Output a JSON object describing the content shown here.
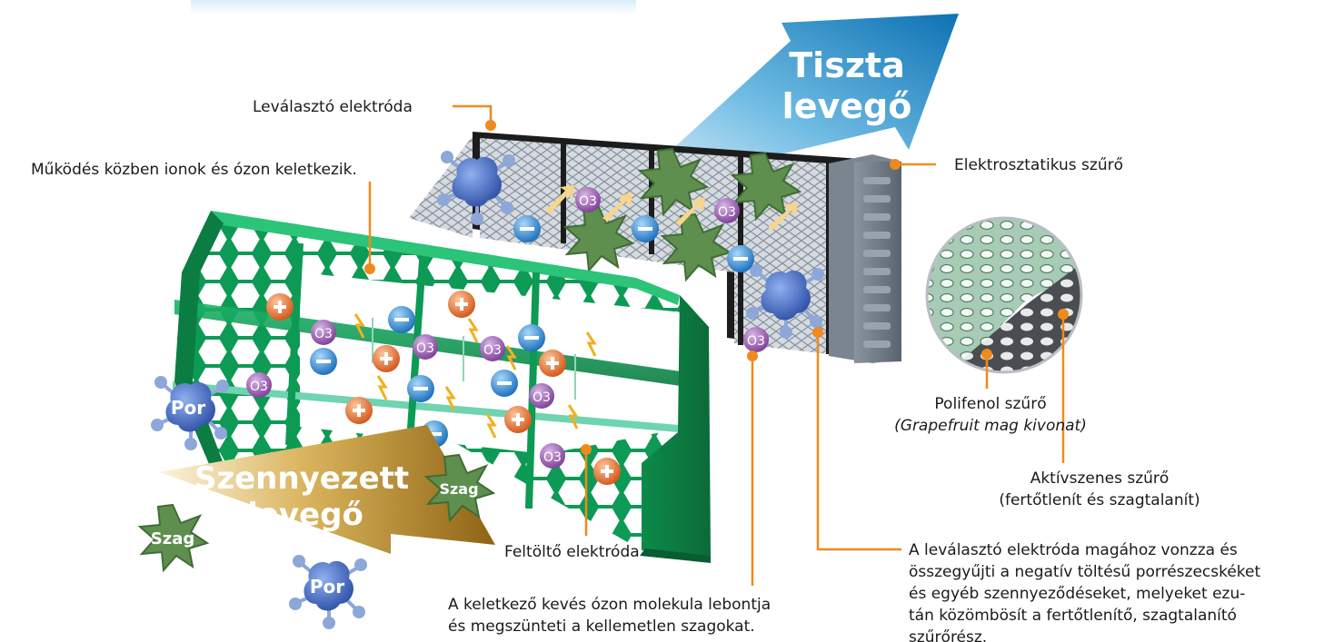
{
  "arrows": {
    "clean_air_line1": "Tiszta",
    "clean_air_line2": "levegő",
    "polluted_air_line1": "Szennyezett",
    "polluted_air_line2": "levegő"
  },
  "particles": {
    "dust": "Por",
    "odor": "Szag",
    "ozone": "O3"
  },
  "labels": {
    "separator_electrode": "Leválasztó elektróda",
    "ions_ozone": "Működés közben ionok és ózon keletkezik.",
    "electrostatic_filter": "Elektrosztatikus szűrő",
    "polyphenol_filter": "Polifenol szűrő",
    "polyphenol_note": "(Grapefruit mag kivonat)",
    "activated_carbon": "Aktívszenes szűrő",
    "activated_carbon_note": "(fertőtlenít és szagtalanít)",
    "charging_electrode": "Feltöltő elektróda",
    "ozone_note_line1": "A keletkező kevés ózon molekula lebontja",
    "ozone_note_line2": "és megszünteti a  kellemetlen szagokat.",
    "separator_note_line1": "A leválasztó elektróda magához vonzza és",
    "separator_note_line2": "összegyűjti a negatív töltésű porrészecskéket",
    "separator_note_line3": "és egyéb szennyeződéseket, melyeket ezu-",
    "separator_note_line4": "tán közömbösít a fertőtlenítő, szagtalanító",
    "separator_note_line5": "szűrőrész."
  },
  "colors": {
    "clean_arrow": "#1a86c4",
    "polluted_arrow": "#b58a2c",
    "green_frame": "#0e9a55",
    "leader_line": "#f08a1c",
    "dust_blue": "#4a72c8",
    "ozone_purple": "#9660ad",
    "plus_orange": "#e8743a",
    "minus_blue": "#2f8fd8"
  }
}
